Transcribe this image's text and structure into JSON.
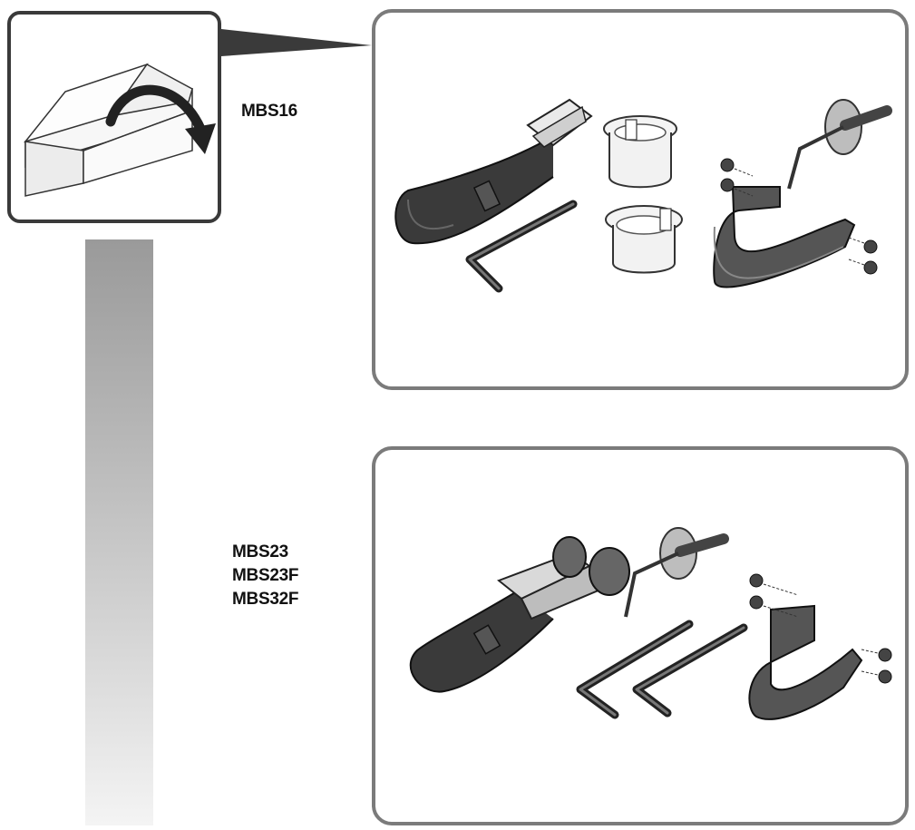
{
  "models_group_1": {
    "label": "MBS16"
  },
  "models_group_2": {
    "labels": [
      "MBS23",
      "MBS23F",
      "MBS32F"
    ]
  },
  "icons": {
    "package": "box-open-icon",
    "strap": "buckle-strap-icon",
    "ratchet": "ratchet-strap-icon",
    "bushing": "bushing-icon",
    "hex_key": "hex-key-icon",
    "tool": "probe-tool-icon",
    "bracket": "u-bracket-icon",
    "screws": "screw-icon"
  }
}
